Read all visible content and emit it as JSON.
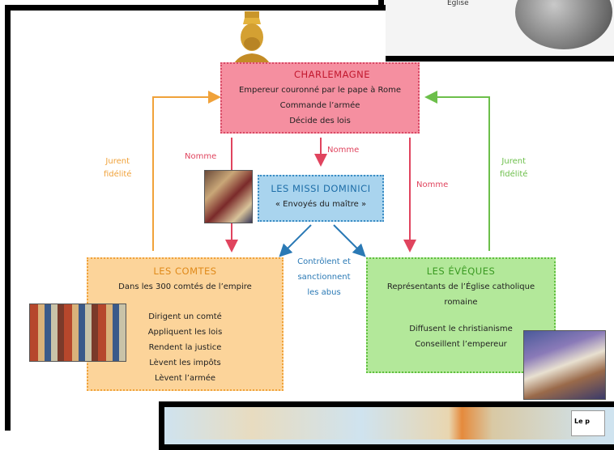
{
  "colors": {
    "charlemagne_bg": "#f58fa0",
    "charlemagne_border": "#d94a66",
    "charlemagne_title": "#c2182e",
    "missi_bg": "#a9d4ee",
    "missi_border": "#3b8cc4",
    "missi_title": "#1e6ea8",
    "comtes_bg": "#fcd49a",
    "comtes_border": "#f0a23a",
    "comtes_title": "#e08a1a",
    "eveques_bg": "#b3e89a",
    "eveques_border": "#5fbf3e",
    "eveques_title": "#3a9a22",
    "nomme": "#e0445e",
    "orange": "#f0a23a",
    "green": "#6cbf4a",
    "blue": "#2a79b5"
  },
  "charlemagne": {
    "title": "CHARLEMAGNE",
    "lines": [
      "Empereur couronné par le pape à Rome",
      "Commande l’armée",
      "Décide des lois"
    ]
  },
  "missi": {
    "title": "LES MISSI DOMINICI",
    "subtitle": "«  Envoyés du maître  »"
  },
  "comtes": {
    "title": "LES COMTES",
    "intro": "Dans les 300 comtés de l’empire",
    "lines": [
      "Dirigent un comté",
      "Appliquent les lois",
      "Rendent la justice",
      "Lèvent les impôts",
      "Lèvent l’armée"
    ]
  },
  "eveques": {
    "title": "LES ÉVÊQUES",
    "intro_1": "Représentants de l’Église catholique",
    "intro_2": "romaine",
    "lines": [
      "Diffusent le christianisme",
      "Conseillent l’empereur"
    ]
  },
  "labels": {
    "nomme_left": "Nomme",
    "nomme_center": "Nomme",
    "nomme_right": "Nomme",
    "jurent_left_1": "Jurent",
    "jurent_left_2": "fidélité",
    "jurent_right_1": "Jurent",
    "jurent_right_2": "fidélité",
    "controle_1": "Contrôlent et",
    "controle_2": "sanctionnent",
    "controle_3": "les abus"
  },
  "top_right_panel": {
    "caption": "Église"
  },
  "bottom_panel": {
    "legend_text": "Le p"
  }
}
